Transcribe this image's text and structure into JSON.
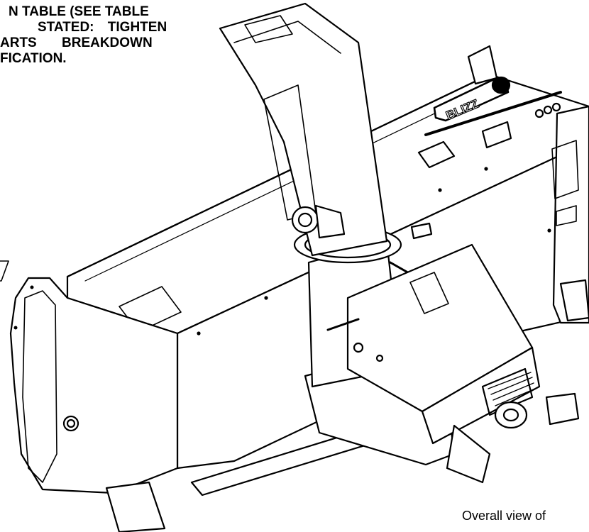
{
  "note": {
    "lines": [
      "N TABLE (SEE TABLE",
      "STATED: TIGHTEN",
      "ARTS BREAKDOWN",
      "FICATION."
    ]
  },
  "logo": {
    "text": "BLIZZ"
  },
  "caption": {
    "text": "Overall view of"
  }
}
